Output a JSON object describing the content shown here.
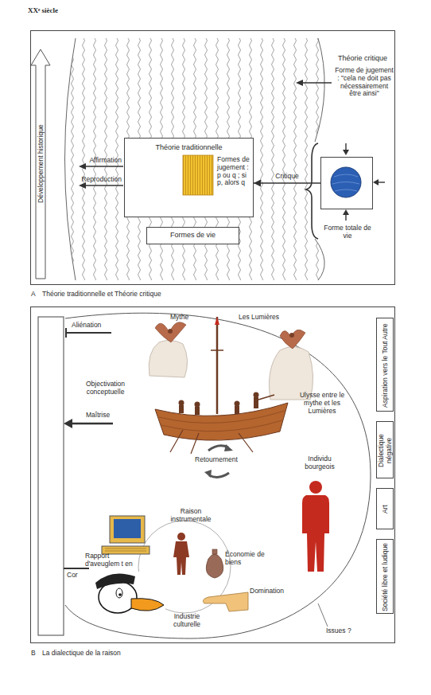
{
  "diagram": {
    "title": "XXᵉ siècle",
    "nodes": [
      {
        "text": [
          "A",
          "Théorie traditionnelle et Théorie critique"
        ]
      },
      {
        "text": [
          "Théorie traditionnelle",
          "Formes de jugement : p ou q ; si p, alors q"
        ],
        "in": 0
      },
      {
        "text": [
          "Formes de vie"
        ],
        "in": 0
      },
      {
        "text": [
          "Forme totale de vie"
        ],
        "in": 0
      },
      {
        "text": [
          "B",
          "La dialectique de la raison"
        ]
      },
      {
        "text": [
          "Aspiration vers le Tout Autre"
        ],
        "in": 4
      },
      {
        "text": [
          "Dialectique négative"
        ],
        "in": 4
      },
      {
        "text": [
          "Art"
        ],
        "in": 4
      },
      {
        "text": [
          "Société libre et ludique"
        ],
        "in": 4
      }
    ],
    "edges": [
      {
        "from": 3,
        "to": 1,
        "label": "Critique",
        "arrow": "to"
      }
    ],
    "labels": [
      "Développement historique",
      "Affirmation",
      "Reproduction",
      "Théorie critique",
      "Forme de jugement : \"cela ne doit pas nécessairement être ainsi\"",
      "Mythe",
      "Les Lumières",
      "Aliénation",
      "Objectivation conceptuelle",
      "Ulysse entre le mythe et les Lumières",
      "Maîtrise",
      "Retournement",
      "Individu bourgeois",
      "Raison instrumentale",
      "Rapport d'aveuglem t en",
      "Économie de biens",
      "Cor",
      "Domination",
      "Industrie culturelle",
      "Issues ?"
    ]
  }
}
